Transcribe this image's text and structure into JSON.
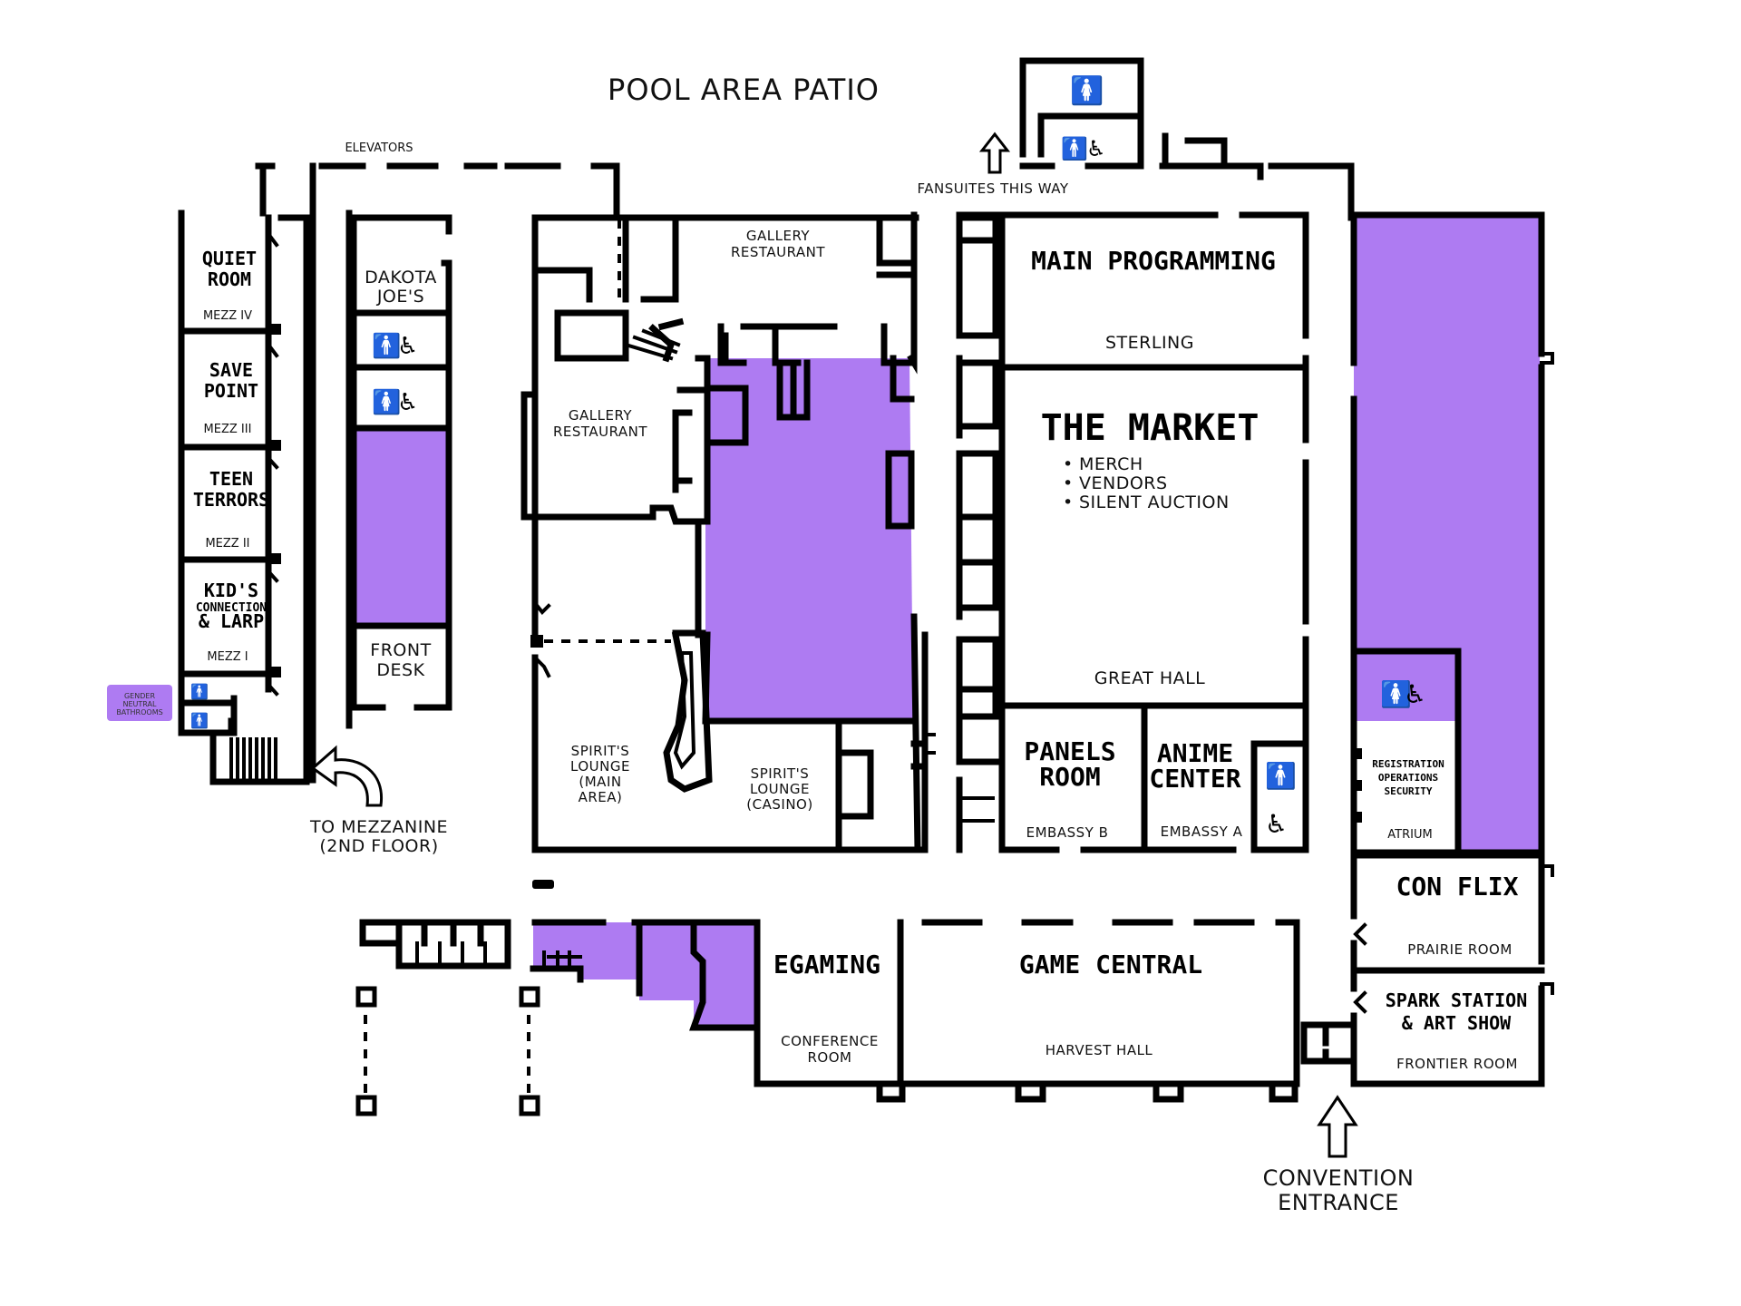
{
  "map": {
    "pool_area": "POOL AREA PATIO",
    "elevators": "ELEVATORS",
    "fansuites": "FANSUITES THIS WAY",
    "mezzanine_line1": "TO MEZZANINE",
    "mezzanine_line2": "(2ND FLOOR)",
    "entrance_line1": "CONVENTION",
    "entrance_line2": "ENTRANCE",
    "gender_neutral": [
      "GENDER",
      "NEUTRAL",
      "BATHROOMS"
    ],
    "highlight_color": "#ae7bf2"
  },
  "rooms": {
    "quiet_room": {
      "name": [
        "QUIET",
        "ROOM"
      ],
      "sub": "MEZZ IV"
    },
    "save_point": {
      "name": [
        "SAVE",
        "POINT"
      ],
      "sub": "MEZZ III"
    },
    "teen_terrors": {
      "name": [
        "TEEN",
        "TERRORS"
      ],
      "sub": "MEZZ II"
    },
    "kids_connection": {
      "name": [
        "KID'S",
        "CONNECTION",
        "& LARP"
      ],
      "sub": "MEZZ I"
    },
    "dakota_joes": [
      "DAKOTA",
      "JOE'S"
    ],
    "front_desk": [
      "FRONT",
      "DESK"
    ],
    "gallery_restaurant_top": [
      "GALLERY",
      "RESTAURANT"
    ],
    "gallery_restaurant_left": [
      "GALLERY",
      "RESTAURANT"
    ],
    "spirits_main": [
      "SPIRIT'S",
      "LOUNGE",
      "(MAIN",
      "AREA)"
    ],
    "spirits_casino": [
      "SPIRIT'S",
      "LOUNGE",
      "(CASINO)"
    ],
    "main_programming": {
      "name": "MAIN PROGRAMMING",
      "sub": "STERLING"
    },
    "the_market": {
      "name": "THE MARKET",
      "items": [
        "MERCH",
        "VENDORS",
        "SILENT AUCTION"
      ],
      "sub": "GREAT HALL"
    },
    "panels_room": {
      "name": [
        "PANELS",
        "ROOM"
      ],
      "sub": "EMBASSY B"
    },
    "anime_center": {
      "name": [
        "ANIME",
        "CENTER"
      ],
      "sub": "EMBASSY A"
    },
    "registration": {
      "name": [
        "REGISTRATION",
        "OPERATIONS",
        "SECURITY"
      ],
      "sub": "ATRIUM"
    },
    "con_flix": {
      "name": "CON FLIX",
      "sub": "PRAIRIE ROOM"
    },
    "spark_station": {
      "name": [
        "SPARK STATION",
        "& ART SHOW"
      ],
      "sub": "FRONTIER ROOM"
    },
    "egaming": {
      "name": "EGAMING",
      "sub": [
        "CONFERENCE",
        "ROOM"
      ]
    },
    "game_central": {
      "name": "GAME CENTRAL",
      "sub": "HARVEST HALL"
    }
  },
  "icons": {
    "female": "female-restroom-icon",
    "male": "male-restroom-icon",
    "accessible": "wheelchair-accessible-icon",
    "arrow_up": "arrow-up-icon",
    "arrow_curved": "curved-arrow-icon"
  }
}
